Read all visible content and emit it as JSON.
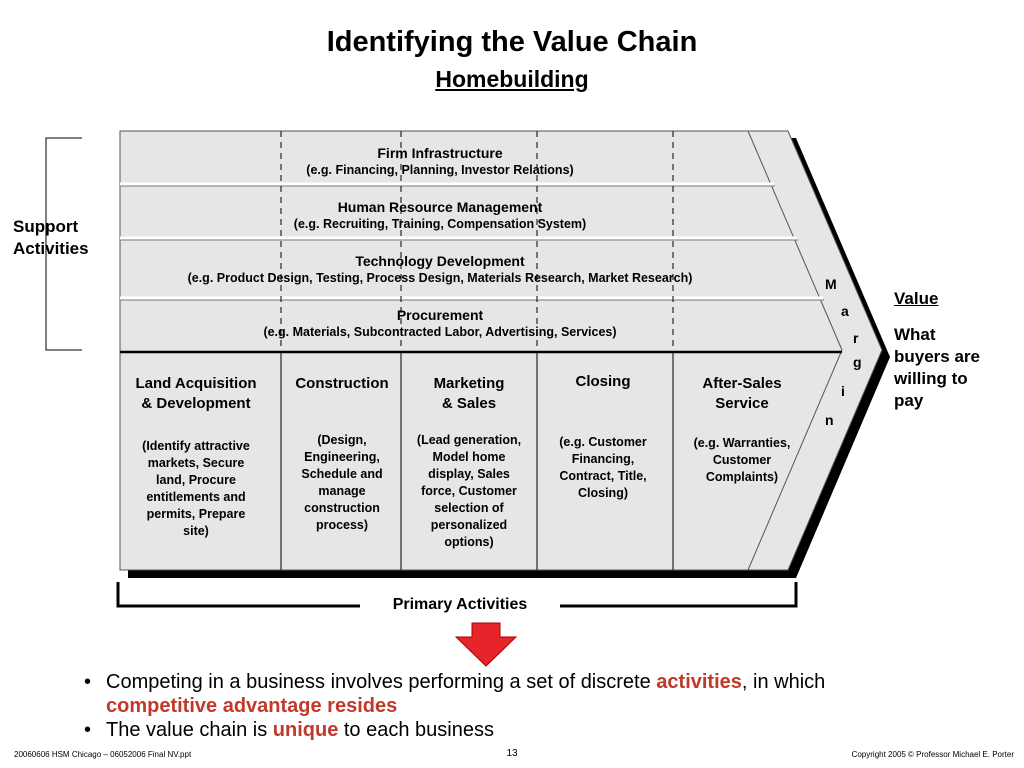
{
  "title": "Identifying the Value Chain",
  "subtitle": "Homebuilding",
  "support_label": "Support\nActivities",
  "support": [
    {
      "title": "Firm Infrastructure",
      "detail": "(e.g. Financing, Planning, Investor Relations)"
    },
    {
      "title": "Human Resource Management",
      "detail": "(e.g. Recruiting, Training, Compensation System)"
    },
    {
      "title": "Technology Development",
      "detail": "(e.g. Product Design, Testing, Process Design, Materials Research, Market Research)"
    },
    {
      "title": "Procurement",
      "detail": "(e.g. Materials, Subcontracted Labor, Advertising, Services)"
    }
  ],
  "primary": [
    {
      "title": "Land Acquisition\n& Development",
      "detail": "(Identify attractive\nmarkets, Secure\nland, Procure\nentitlements and\npermits, Prepare\nsite)"
    },
    {
      "title": "Construction",
      "detail": "(Design,\nEngineering,\nSchedule and\nmanage\nconstruction\nprocess)"
    },
    {
      "title": "Marketing\n& Sales",
      "detail": "(Lead generation,\nModel home\ndisplay,  Sales\nforce, Customer\nselection of\npersonalized\noptions)"
    },
    {
      "title": "Closing",
      "detail": "(e.g. Customer\nFinancing,\nContract, Title,\nClosing)"
    },
    {
      "title": "After-Sales\nService",
      "detail": "(e.g. Warranties,\nCustomer\nComplaints)"
    }
  ],
  "margin_letters": [
    "M",
    "a",
    "r",
    "g",
    "i",
    "n"
  ],
  "value_heading": "Value",
  "value_text": "What\nbuyers are\nwilling to\npay",
  "primary_label": "Primary Activities",
  "bullets": [
    {
      "pre": "Competing in a business involves performing a set of discrete ",
      "hl1": "activities",
      "mid": ", in which",
      "hl2": "competitive advantage resides"
    },
    {
      "pre": "The value chain is ",
      "hl1": "unique",
      "post": " to each business"
    }
  ],
  "bullet_glyph": "•",
  "footer_left": "20060606 HSM Chicago – 06052006 Final NV.ppt",
  "footer_center": "13",
  "footer_right": "Copyright 2005 © Professor Michael E. Porter",
  "colors": {
    "box_fill": "#e6e6e6",
    "highlight": "#c0392b",
    "arrow": "#e8242b",
    "shadow": "#000000"
  }
}
